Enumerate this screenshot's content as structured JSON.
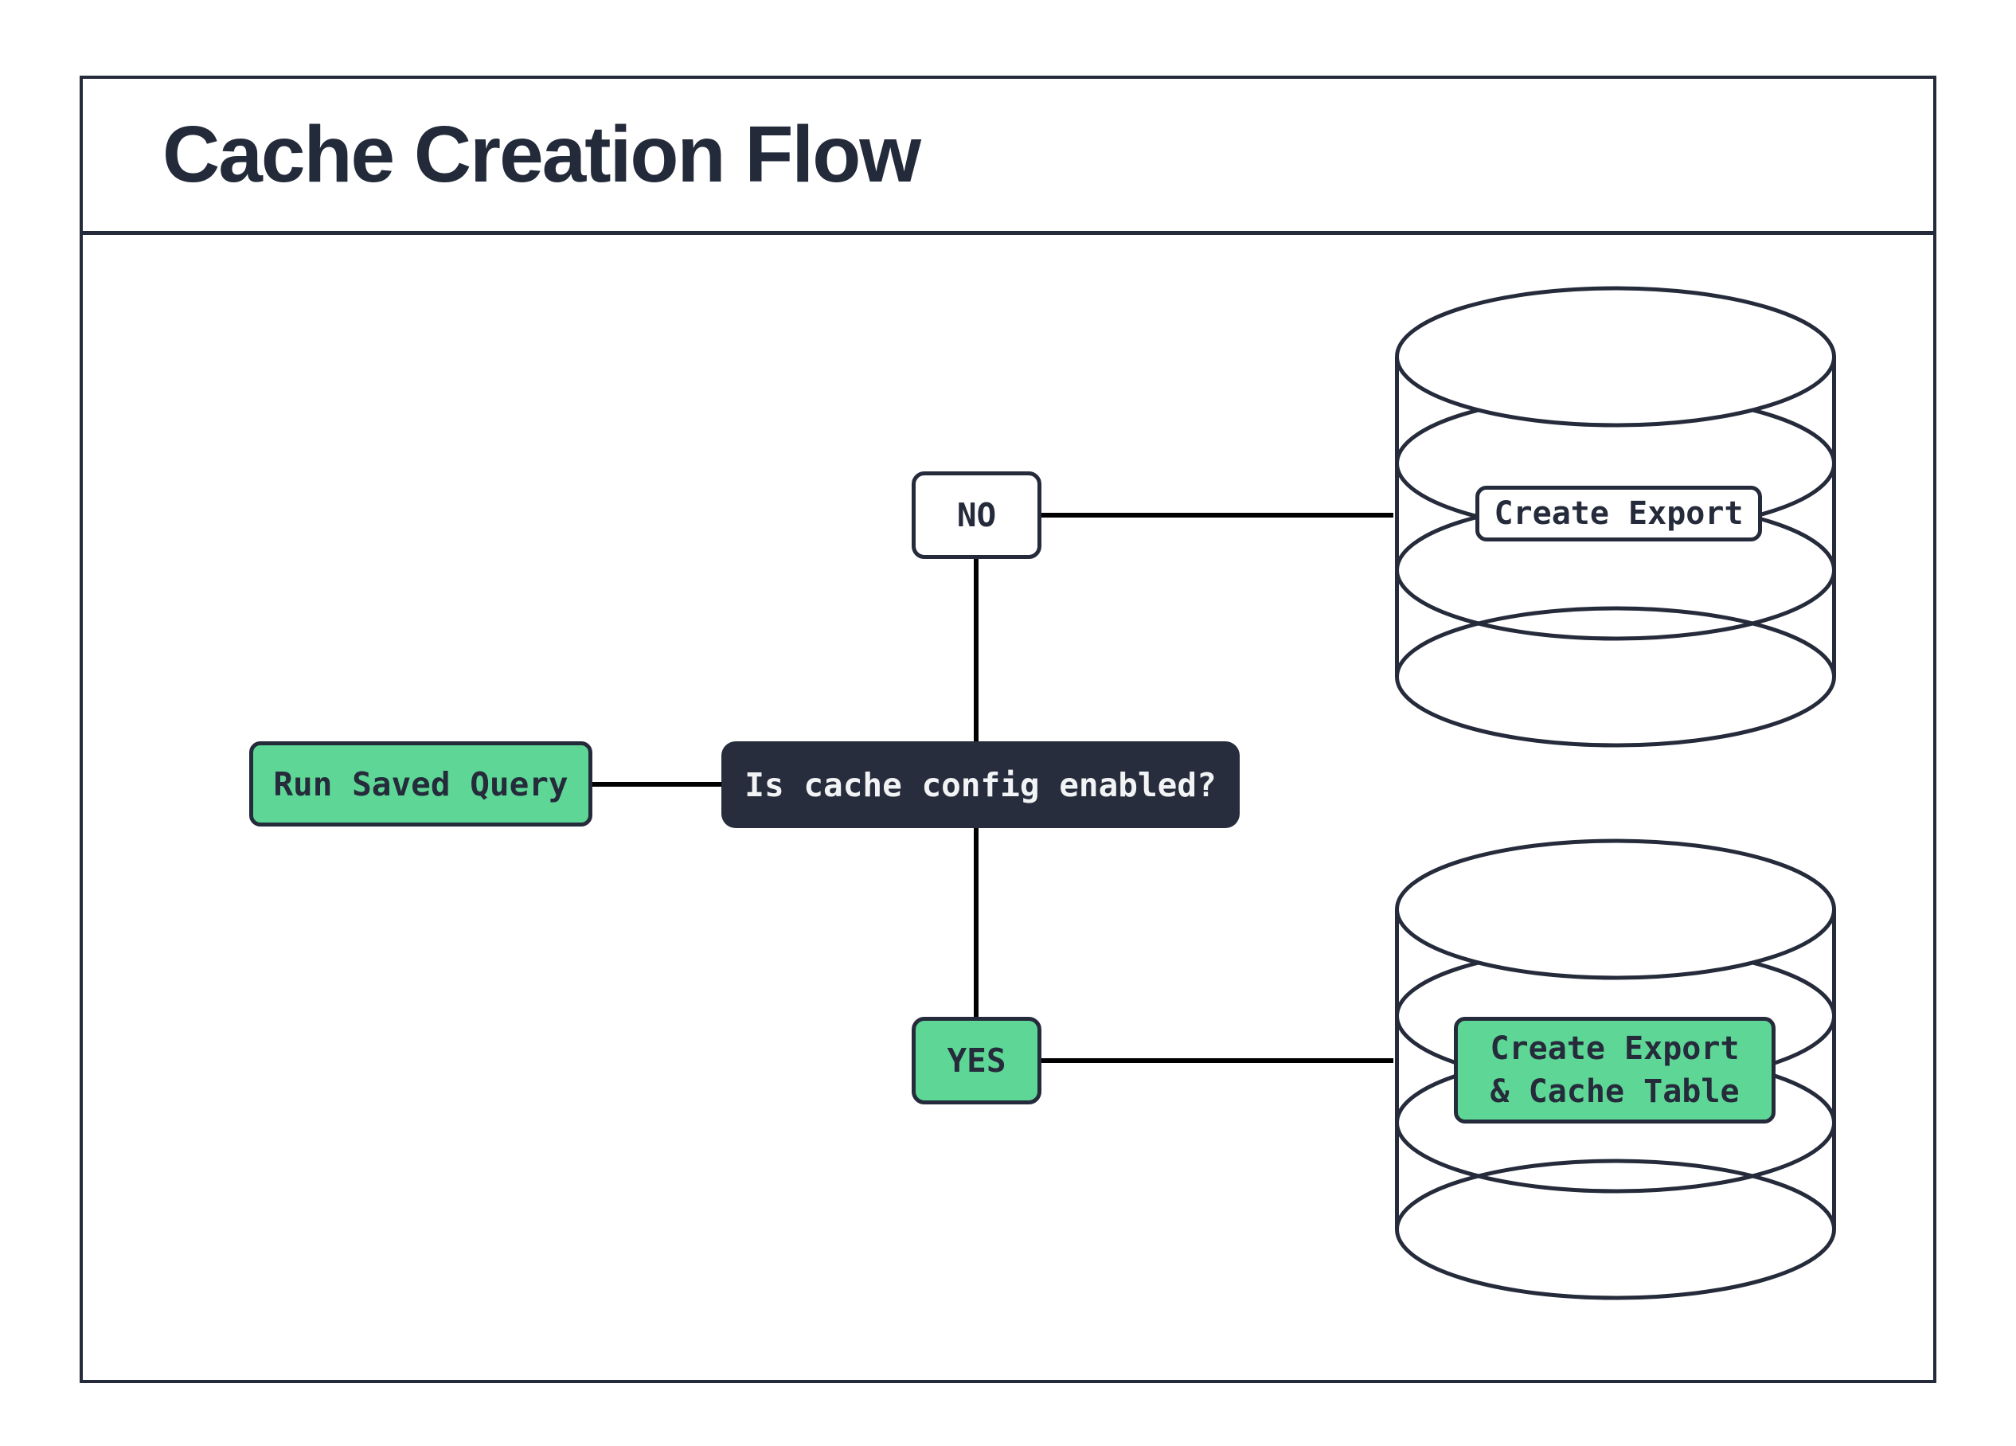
{
  "title": "Cache Creation Flow",
  "flow": {
    "start": {
      "label": "Run Saved Query"
    },
    "decision": {
      "label": "Is cache config enabled?"
    },
    "no_branch": {
      "label": "NO",
      "action_label": "Create Export"
    },
    "yes_branch": {
      "label": "YES",
      "action_label": "Create Export\n& Cache Table"
    }
  },
  "icons": {
    "no_target": "database-icon",
    "yes_target": "database-icon"
  },
  "colors": {
    "ink_navy": "#252B3B",
    "accent_green": "#5ED695",
    "decision_bg": "#272D3C",
    "decision_text": "#F2F3F5",
    "connector_black": "#000000",
    "surface_white": "#FFFFFF"
  }
}
